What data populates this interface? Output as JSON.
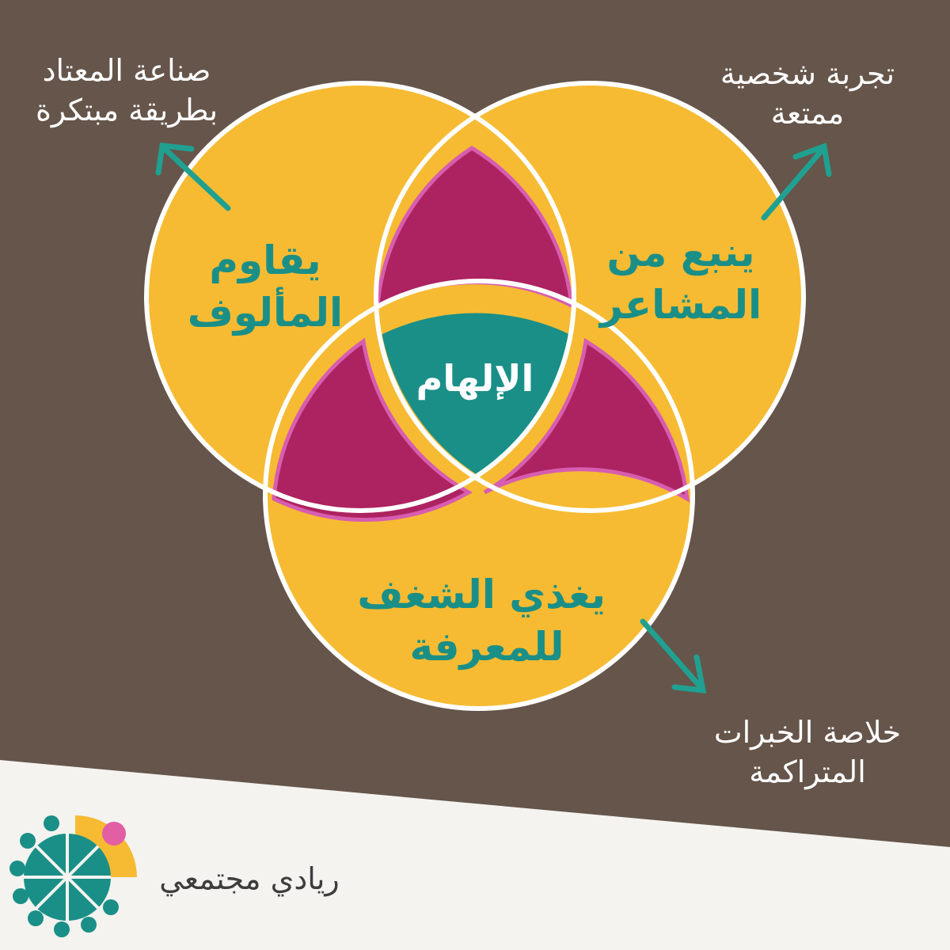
{
  "colors": {
    "background": "#65554a",
    "circle_fill": "#f6bb33",
    "circle_stroke": "#ffffff",
    "pair_overlap": "#ad2260",
    "pair_overlap_edge": "#d75db0",
    "center": "#1a8f87",
    "arrow": "#20a090",
    "paper": "#f4f3f0"
  },
  "circles": {
    "top_left": {
      "label": [
        "يقاوم",
        "المألوف"
      ]
    },
    "top_right": {
      "label": [
        "ينبع من",
        "المشاعر"
      ]
    },
    "bottom": {
      "label": [
        "يغذي الشغف",
        "للمعرفة"
      ]
    }
  },
  "center_label": "الإلهام",
  "callouts": {
    "top_left": [
      "صناعة المعتاد",
      "بطريقة مبتكرة"
    ],
    "top_right": [
      "تجربة شخصية",
      "ممتعة"
    ],
    "bottom_right": [
      "خلاصة الخبرات",
      "المتراكمة"
    ]
  },
  "brand": {
    "name": "ريادي مجتمعي",
    "logo_icon": "people-circle-logo-icon"
  }
}
